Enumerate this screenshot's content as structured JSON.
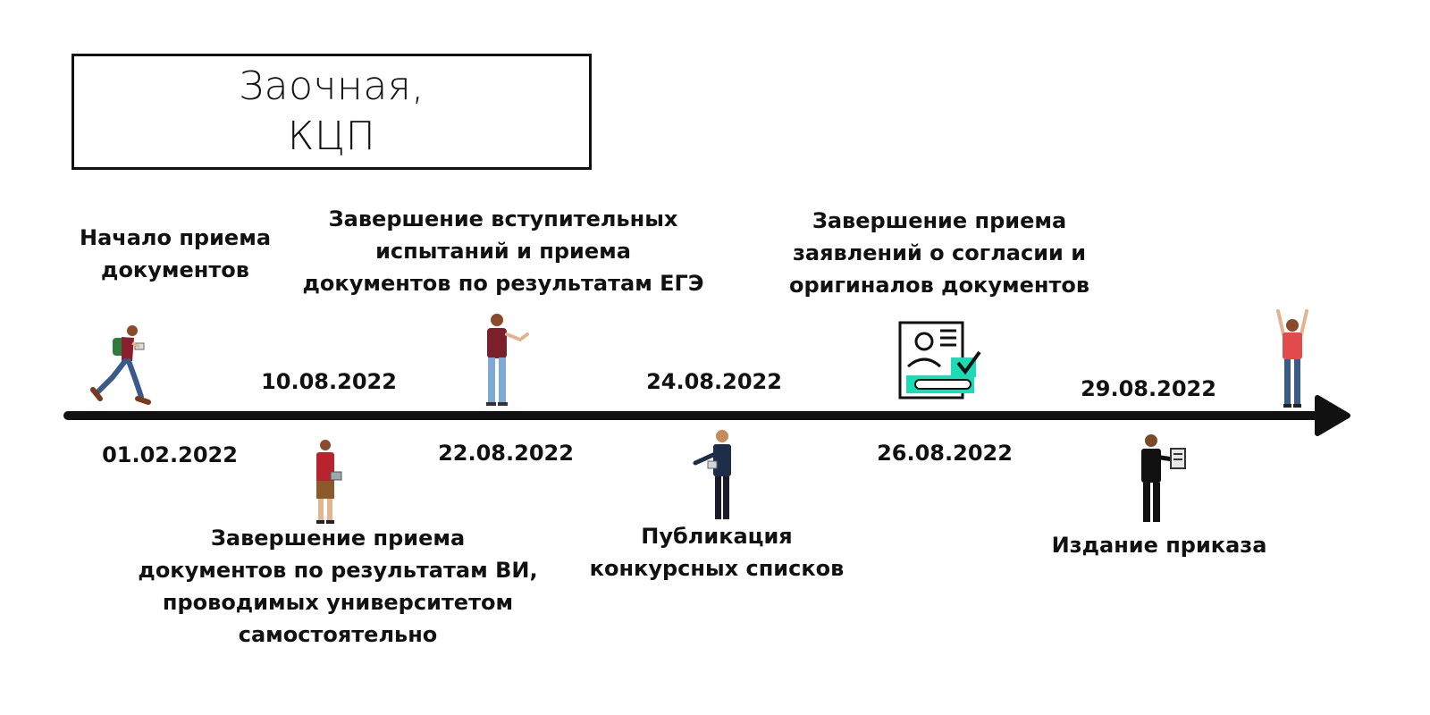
{
  "title": {
    "line1": "Заочная,",
    "line2": "КЦП"
  },
  "colors": {
    "axis": "#111111",
    "accent": "#1ddbb4"
  },
  "events": [
    {
      "date": "01.02.2022",
      "lines": [
        "Начало приема",
        "документов"
      ],
      "icon": "walking-student-icon"
    },
    {
      "date": "10.08.2022",
      "lines": [
        "Завершение приема",
        "документов по результатам ВИ,",
        "проводимых университетом",
        "самостоятельно"
      ],
      "icon": "student-with-laptop-icon"
    },
    {
      "date": "22.08.2022",
      "lines": [
        "Завершение вступительных",
        "испытаний и приема",
        "документов по результатам ЕГЭ"
      ],
      "icon": "student-pointing-icon"
    },
    {
      "date": "24.08.2022",
      "lines": [
        "Публикация",
        "конкурсных списков"
      ],
      "icon": "presenter-man-icon"
    },
    {
      "date": "26.08.2022",
      "lines": [
        "Завершение приема",
        "заявлений о согласии и",
        "оригиналов документов"
      ],
      "icon": "application-form-checkmark-icon"
    },
    {
      "date": "29.08.2022",
      "lines": [
        "Издание приказа"
      ],
      "icon": "businessman-with-document-icon"
    }
  ],
  "end_icon": "celebrating-person-icon"
}
